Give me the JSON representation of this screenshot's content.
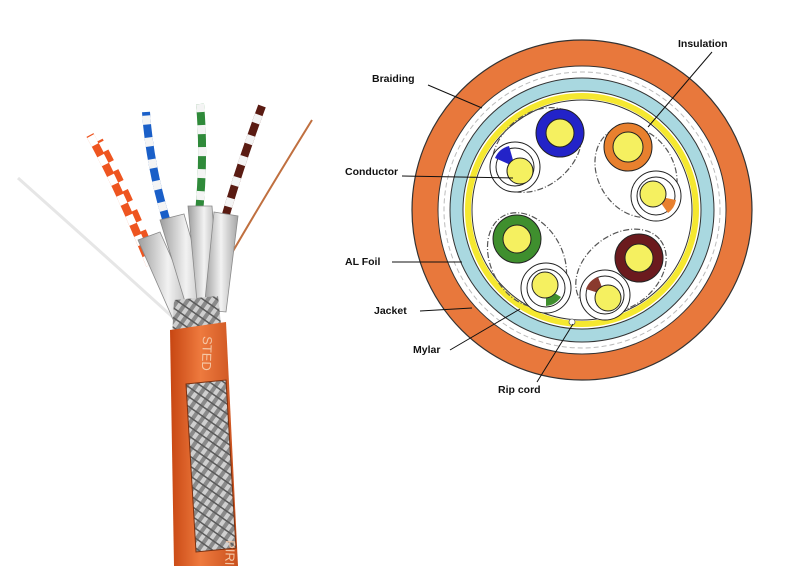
{
  "labels": {
    "insulation": "Insulation",
    "braiding": "Braiding",
    "conductor": "Conductor",
    "al_foil": "AL Foil",
    "jacket": "Jacket",
    "mylar": "Mylar",
    "rip_cord": "Rip cord"
  },
  "cable_print": {
    "upper": "STED",
    "lower": "PIRI"
  },
  "colors": {
    "jacket": "#e8783c",
    "cable_jacket": "#d9551f",
    "aqua_layer": "#a9d8e0",
    "yellow_layer": "#f5e830",
    "conductor_fill": "#f5f060",
    "blue": "#2323c8",
    "orange": "#e8802e",
    "green": "#3f8f2e",
    "brown": "#6b1a1e",
    "white": "#ffffff"
  }
}
